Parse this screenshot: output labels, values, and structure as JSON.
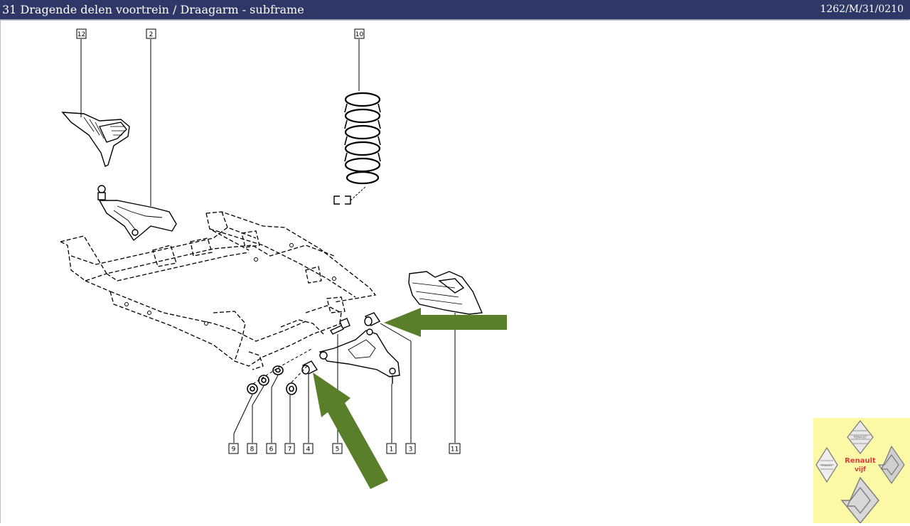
{
  "header": {
    "title": "31 Dragende delen voortrein / Draagarm - subframe",
    "code": "1262/M/31/0210"
  },
  "callouts": [
    "12",
    "2",
    "10",
    "9",
    "8",
    "6",
    "7",
    "4",
    "5",
    "1",
    "3",
    "11"
  ],
  "arrows": {
    "color": "#5a7f2b",
    "count": 2
  },
  "logo": {
    "line1": "Renault",
    "line2": "vijf",
    "emblem_label": "RENAULT",
    "text_color": "#e03b3b",
    "background": "#fbf9a6"
  }
}
